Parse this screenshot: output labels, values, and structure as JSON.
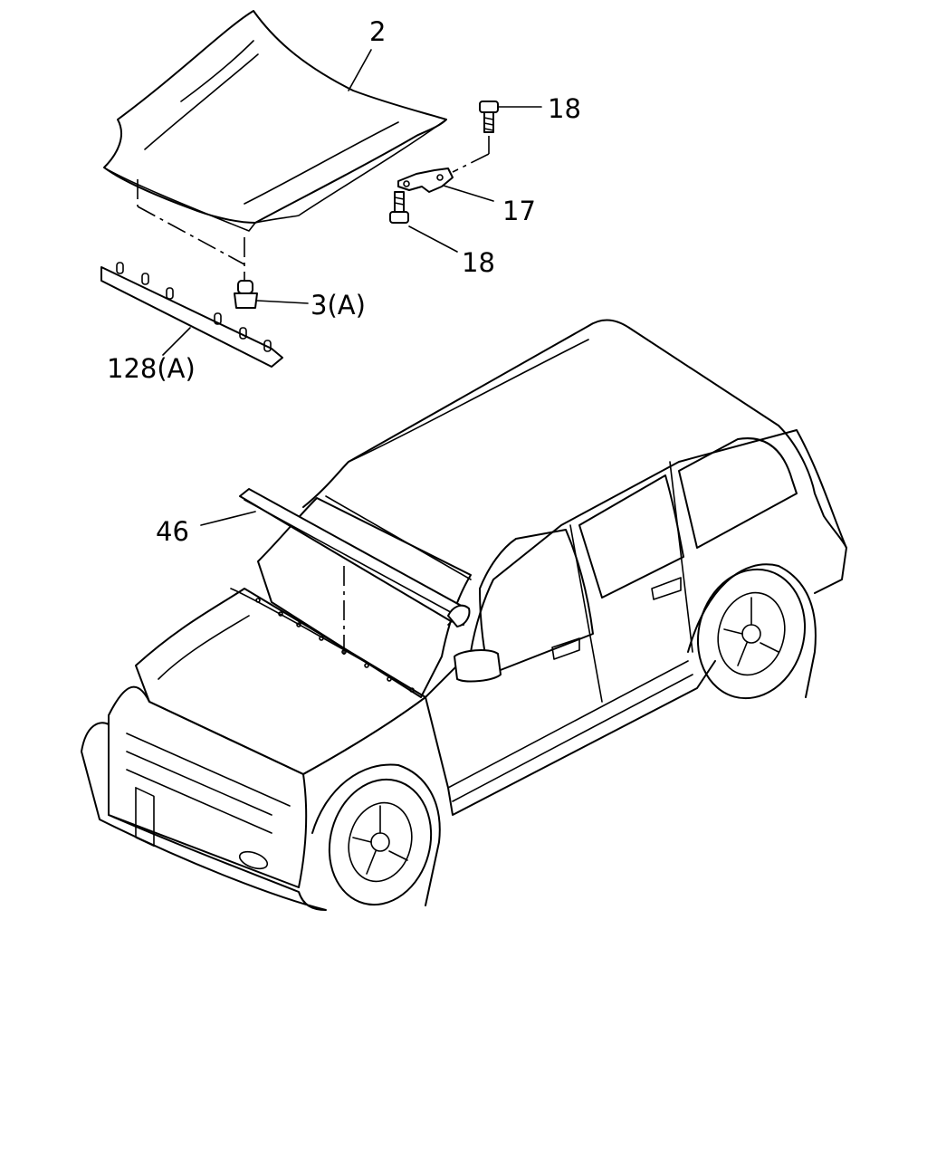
{
  "callouts": {
    "hood": "2",
    "bolt_top": "18",
    "hinge": "17",
    "bolt_bottom": "18",
    "bumper": "3(A)",
    "weatherstrip": "128(A)",
    "seal": "46"
  }
}
